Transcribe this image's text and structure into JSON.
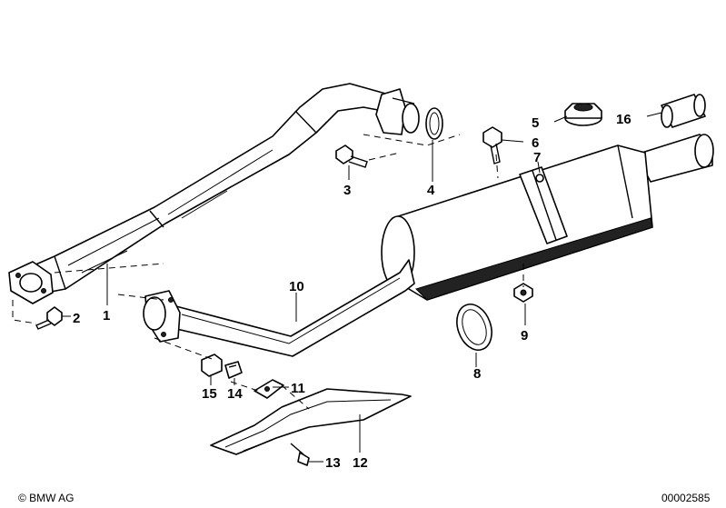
{
  "labels": {
    "p1": "1",
    "p2": "2",
    "p3": "3",
    "p4": "4",
    "p5": "5",
    "p6": "6",
    "p7": "7",
    "p8": "8",
    "p9": "9",
    "p10": "10",
    "p11": "11",
    "p12": "12",
    "p13": "13",
    "p14": "14",
    "p15": "15",
    "p16": "16"
  },
  "footer": {
    "copyright": "© BMW AG",
    "diagram_number": "00002585"
  }
}
